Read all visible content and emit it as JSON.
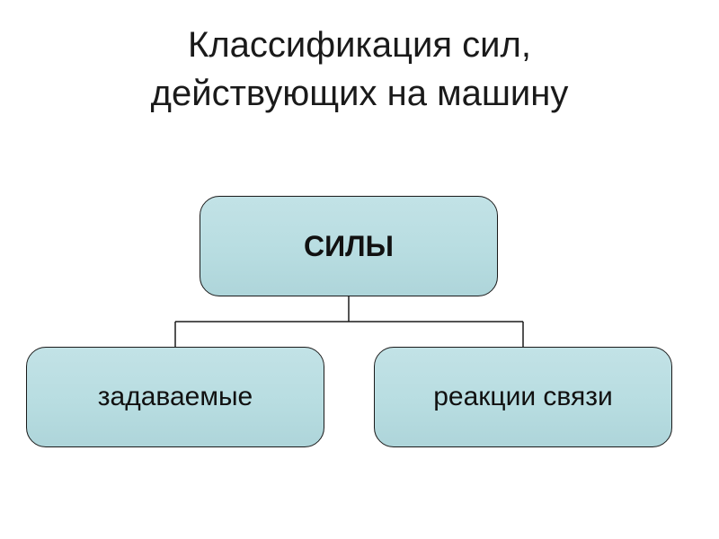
{
  "title": {
    "line1": "Классификация сил,",
    "line2": "действующих на машину"
  },
  "diagram": {
    "root": {
      "label": "СИЛЫ"
    },
    "children": [
      {
        "label": "задаваемые"
      },
      {
        "label": "реакции связи"
      }
    ]
  },
  "colors": {
    "node_fill": "#b8dde1",
    "node_border": "#1a1a1a",
    "connector": "#1a1a1a",
    "text": "#111111"
  }
}
